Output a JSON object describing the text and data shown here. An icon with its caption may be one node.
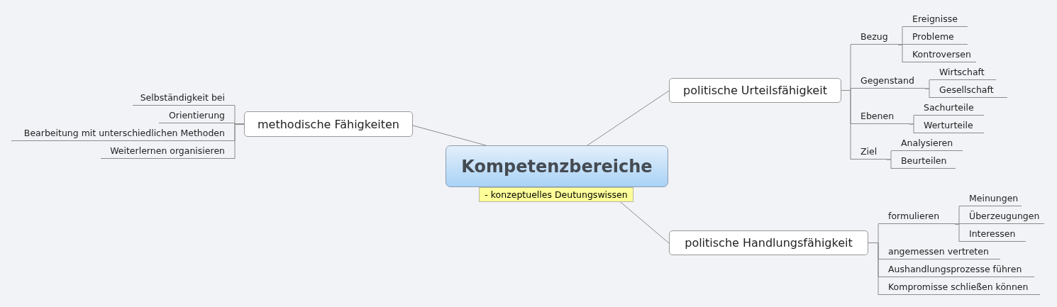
{
  "diagram": {
    "nodes": [
      {
        "text": [
          "Kompetenzbereiche"
        ],
        "beside": [
          "- konzeptuelles Deutungswissen"
        ]
      },
      {
        "text": [
          "methodische Fähigkeiten"
        ]
      },
      {
        "text": [
          "Selbständigkeit bei"
        ]
      },
      {
        "text": [
          "Orientierung"
        ]
      },
      {
        "text": [
          "Bearbeitung mit unterschiedlichen Methoden"
        ]
      },
      {
        "text": [
          "Weiterlernen organisieren"
        ]
      },
      {
        "text": [
          "politische Urteilsfähigkeit"
        ]
      },
      {
        "text": [
          "Bezug"
        ]
      },
      {
        "text": [
          "Ereignisse"
        ]
      },
      {
        "text": [
          "Probleme"
        ]
      },
      {
        "text": [
          "Kontroversen"
        ]
      },
      {
        "text": [
          "Gegenstand"
        ]
      },
      {
        "text": [
          "Wirtschaft"
        ]
      },
      {
        "text": [
          "Gesellschaft"
        ]
      },
      {
        "text": [
          "Ebenen"
        ]
      },
      {
        "text": [
          "Sachurteile"
        ]
      },
      {
        "text": [
          "Werturteile"
        ]
      },
      {
        "text": [
          "Ziel"
        ]
      },
      {
        "text": [
          "Analysieren"
        ]
      },
      {
        "text": [
          "Beurteilen"
        ]
      },
      {
        "text": [
          "politische Handlungsfähigkeit"
        ]
      },
      {
        "text": [
          "formulieren"
        ]
      },
      {
        "text": [
          "Meinungen"
        ]
      },
      {
        "text": [
          "Überzeugungen"
        ]
      },
      {
        "text": [
          "Interessen"
        ]
      },
      {
        "text": [
          "angemessen vertreten"
        ]
      },
      {
        "text": [
          "Aushandlungsprozesse führen"
        ]
      },
      {
        "text": [
          "Kompromisse schließen können"
        ]
      }
    ],
    "edges": [
      {
        "from": 0,
        "to": 1,
        "arrow": "none"
      },
      {
        "from": 1,
        "to": 2,
        "arrow": "none"
      },
      {
        "from": 1,
        "to": 3,
        "arrow": "none"
      },
      {
        "from": 1,
        "to": 4,
        "arrow": "none"
      },
      {
        "from": 1,
        "to": 5,
        "arrow": "none"
      },
      {
        "from": 0,
        "to": 6,
        "arrow": "none"
      },
      {
        "from": 6,
        "to": 7,
        "arrow": "none"
      },
      {
        "from": 7,
        "to": 8,
        "arrow": "none"
      },
      {
        "from": 7,
        "to": 9,
        "arrow": "none"
      },
      {
        "from": 7,
        "to": 10,
        "arrow": "none"
      },
      {
        "from": 6,
        "to": 11,
        "arrow": "none"
      },
      {
        "from": 11,
        "to": 12,
        "arrow": "none"
      },
      {
        "from": 11,
        "to": 13,
        "arrow": "none"
      },
      {
        "from": 6,
        "to": 14,
        "arrow": "none"
      },
      {
        "from": 14,
        "to": 15,
        "arrow": "none"
      },
      {
        "from": 14,
        "to": 16,
        "arrow": "none"
      },
      {
        "from": 6,
        "to": 17,
        "arrow": "none"
      },
      {
        "from": 17,
        "to": 18,
        "arrow": "none"
      },
      {
        "from": 17,
        "to": 19,
        "arrow": "none"
      },
      {
        "from": 0,
        "to": 20,
        "arrow": "none"
      },
      {
        "from": 20,
        "to": 21,
        "arrow": "none"
      },
      {
        "from": 21,
        "to": 22,
        "arrow": "none"
      },
      {
        "from": 21,
        "to": 23,
        "arrow": "none"
      },
      {
        "from": 21,
        "to": 24,
        "arrow": "none"
      },
      {
        "from": 20,
        "to": 25,
        "arrow": "none"
      },
      {
        "from": 20,
        "to": 26,
        "arrow": "none"
      },
      {
        "from": 20,
        "to": 27,
        "arrow": "none"
      }
    ]
  }
}
